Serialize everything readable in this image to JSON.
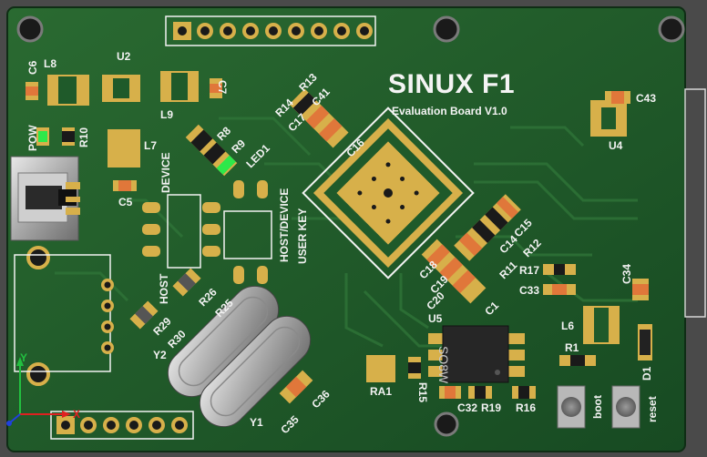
{
  "board": {
    "title": "SINUX F1",
    "subtitle": "Evaluation Board   V1.0",
    "chip_marking": "SO8W",
    "colors": {
      "solder_mask": "#1f5a2a",
      "copper_pad": "#d7b04a",
      "silkscreen": "#f2f2f2",
      "background": "#4a4a4a",
      "led_green": "#2ee84a"
    },
    "labels": {
      "c6": "C6",
      "l8": "L8",
      "u2": "U2",
      "l9": "L9",
      "c7": "C7",
      "pow": "POW",
      "r10": "R10",
      "l7": "L7",
      "c5": "C5",
      "device": "DEVICE",
      "r8": "R8",
      "r9": "R9",
      "led1": "LED1",
      "r14": "R14",
      "r13": "R13",
      "c17": "C17",
      "c41": "C41",
      "c16": "C16",
      "host_device": "HOST/DEVICE",
      "user_key": "USER KEY",
      "host": "HOST",
      "r29": "R29",
      "r30": "R30",
      "r26": "R26",
      "r25": "R25",
      "y2": "Y2",
      "y1": "Y1",
      "c35": "C35",
      "c36": "C36",
      "c43": "C43",
      "u4": "U4",
      "c15": "C15",
      "c14": "C14",
      "r12": "R12",
      "r11": "R11",
      "c18": "C18",
      "c19": "C19",
      "c20": "C20",
      "c1": "C1",
      "r17": "R17",
      "c33": "C33",
      "c34": "C34",
      "l6": "L6",
      "r1": "R1",
      "d1": "D1",
      "u5": "U5",
      "ra1": "RA1",
      "r15": "R15",
      "c32": "C32",
      "r19": "R19",
      "r16": "R16",
      "boot": "boot",
      "reset": "reset"
    },
    "axis": {
      "x": "X",
      "y": "Y"
    }
  }
}
